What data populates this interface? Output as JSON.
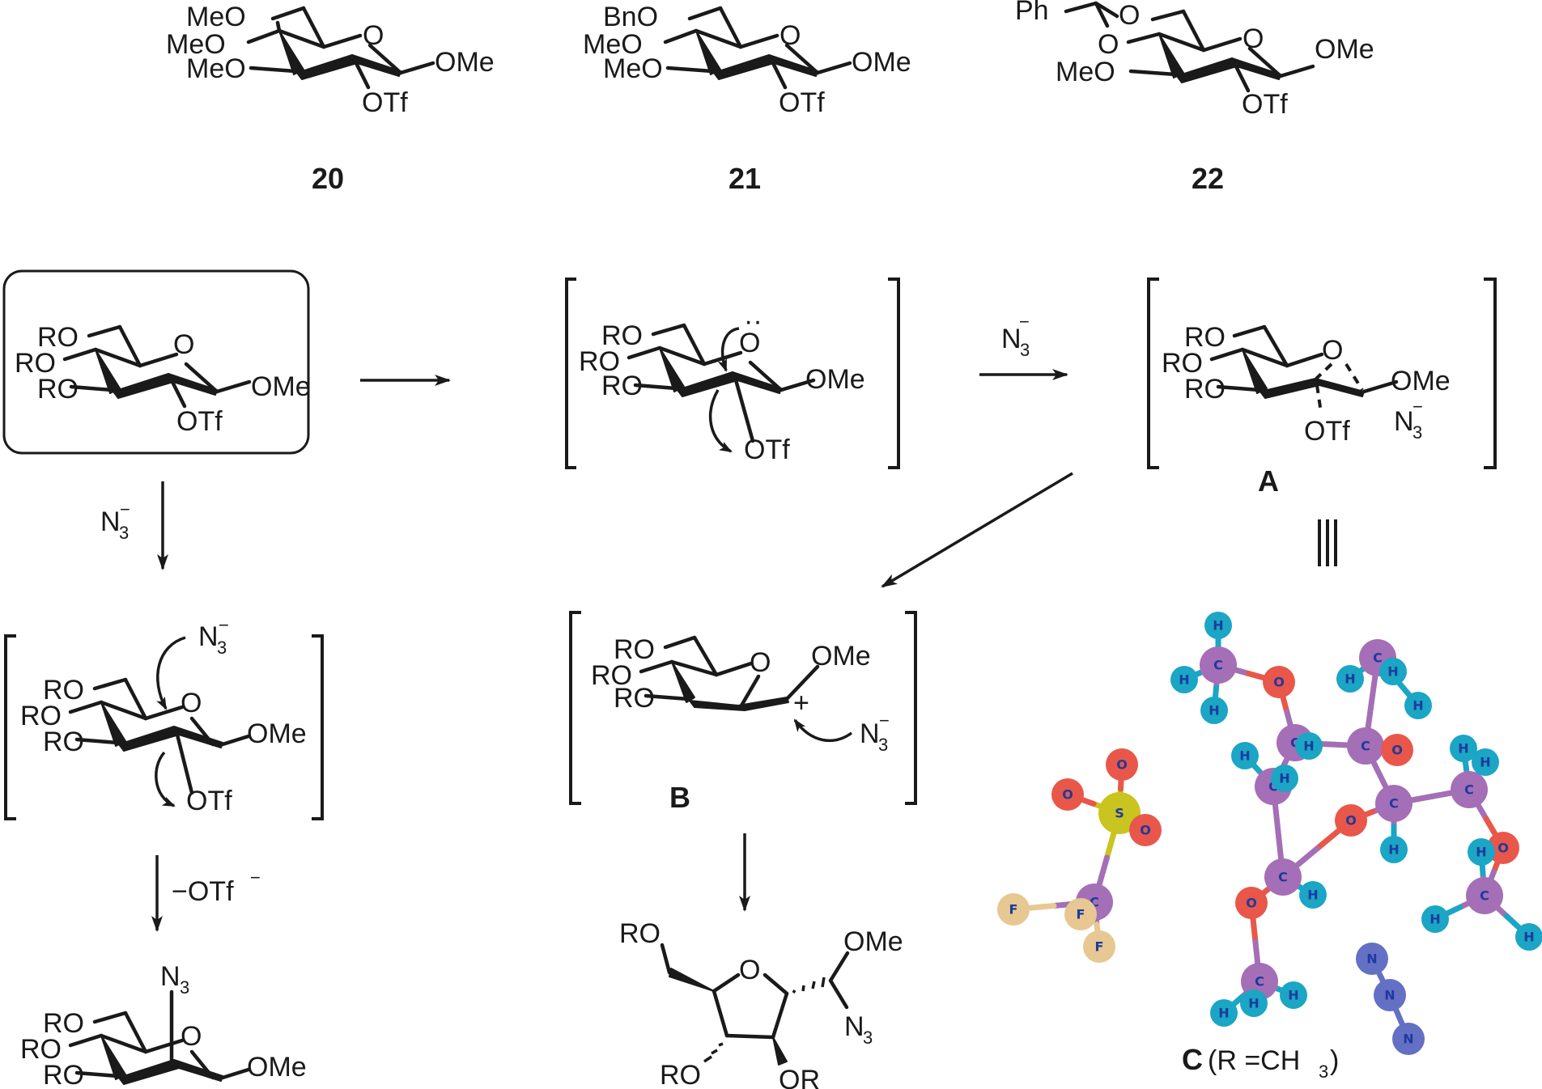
{
  "top_compounds": [
    {
      "id": "20",
      "substituents": {
        "c6": "MeO",
        "c4": "MeO",
        "c3": "MeO",
        "c1": "OMe",
        "c2": "OTf"
      }
    },
    {
      "id": "21",
      "substituents": {
        "c6": "BnO",
        "c4": "MeO",
        "c3": "MeO",
        "c1": "OMe",
        "c2": "OTf"
      }
    },
    {
      "id": "22",
      "substituents": {
        "acetal": "Ph",
        "o6": "O",
        "o4": "O",
        "c3": "MeO",
        "c1": "OMe",
        "c2": "OTf"
      }
    }
  ],
  "start": {
    "ro": "RO",
    "ring_o": "O",
    "ome": "OMe",
    "otf": "OTf"
  },
  "intermediate_1": {
    "ro": "RO",
    "ring_o": "O",
    "lone_pair": "··",
    "ome": "OMe",
    "otf": "OTf"
  },
  "intermediate_A": {
    "label": "A",
    "ro": "RO",
    "ring_o": "O",
    "ome": "OMe",
    "otf": "OTf",
    "nuc": "N",
    "nuc_sub": "3",
    "nuc_charge": "−"
  },
  "intermediate_left": {
    "ro": "RO",
    "ring_o": "O",
    "ome": "OMe",
    "otf": "OTf",
    "nuc": "N",
    "nuc_sub": "3",
    "nuc_charge": "−"
  },
  "intermediate_B": {
    "label": "B",
    "ro": "RO",
    "ring_o": "O",
    "ome": "OMe",
    "plus": "+",
    "nuc": "N",
    "nuc_sub": "3",
    "nuc_charge": "−"
  },
  "product_left": {
    "ro": "RO",
    "ring_o": "O",
    "ome": "OMe",
    "azide": "N",
    "azide_sub": "3"
  },
  "product_furanose": {
    "ro": "RO",
    "or": "OR",
    "ring_o": "O",
    "ome": "OMe",
    "azide": "N",
    "azide_sub": "3"
  },
  "arrows": {
    "n3_reagent": {
      "main": "N",
      "sub": "3",
      "charge": "−"
    },
    "otf_loss": "−OTf",
    "otf_loss_charge": "−"
  },
  "equivalence_symbol": "|||",
  "model_C": {
    "label_bold": "C",
    "label_rest_a": "(R =CH",
    "label_sub": "3",
    "label_rest_b": ")",
    "atom_colors": {
      "C": "#a46fb6",
      "H": "#1aa6c4",
      "O": "#e8574a",
      "S": "#c9c41f",
      "F": "#e7c792",
      "N": "#6470c4"
    }
  }
}
